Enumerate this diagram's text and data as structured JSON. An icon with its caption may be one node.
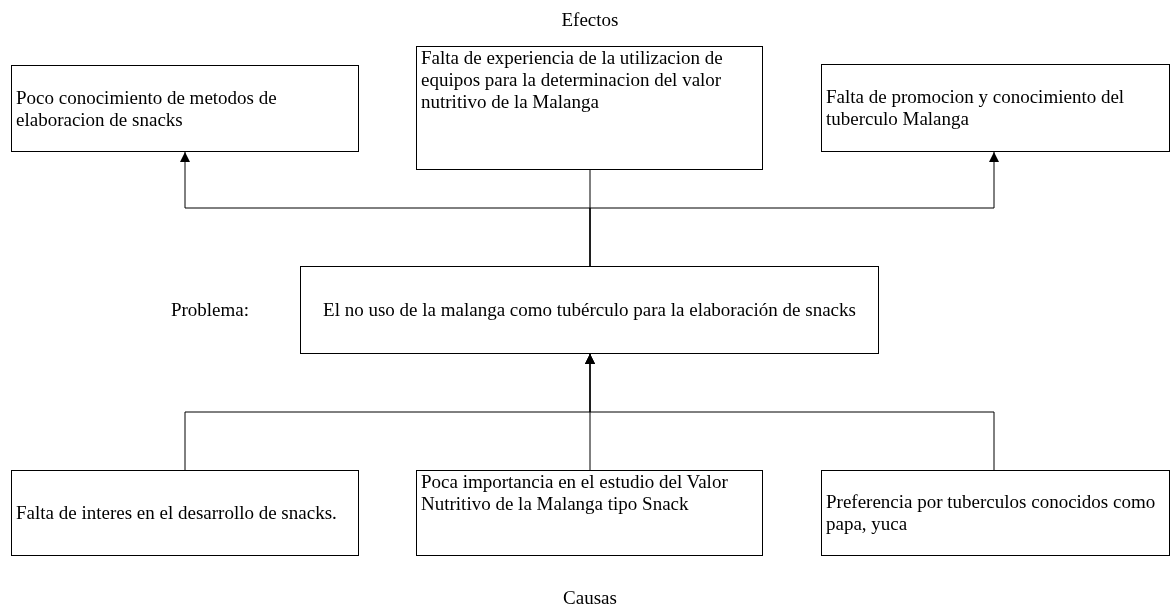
{
  "diagram": {
    "nodes": [
      {
        "text": [
          "Poco conocimiento de metodos de elaboracion de snacks"
        ]
      },
      {
        "text": [
          "Falta de experiencia de la utilizacion de equipos para la determinacion del valor nutritivo de la Malanga"
        ]
      },
      {
        "text": [
          "Falta de promocion y conocimiento del tuberculo Malanga"
        ]
      },
      {
        "text": [
          "El no uso de la malanga como tubérculo para la elaboración de snacks"
        ]
      },
      {
        "text": [
          "Falta de interes en el desarrollo de snacks."
        ]
      },
      {
        "text": [
          "Poca importancia en el estudio del Valor Nutritivo de la Malanga tipo Snack"
        ]
      },
      {
        "text": [
          "Preferencia por tuberculos conocidos como papa, yuca"
        ]
      }
    ],
    "edges": [
      {
        "from": 3,
        "to": 0,
        "arrow": "to"
      },
      {
        "from": 3,
        "to": 1,
        "arrow": "none"
      },
      {
        "from": 3,
        "to": 2,
        "arrow": "to"
      },
      {
        "from": 4,
        "to": 3,
        "arrow": "to"
      },
      {
        "from": 5,
        "to": 3,
        "arrow": "to"
      },
      {
        "from": 6,
        "to": 3,
        "arrow": "to"
      }
    ],
    "labels": [
      "Efectos",
      "Problema:",
      "Causas"
    ]
  }
}
